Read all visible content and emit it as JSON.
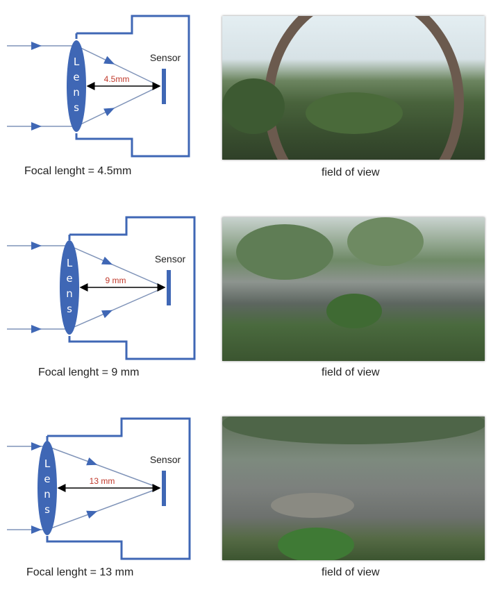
{
  "colors": {
    "diagram_blue": "#3f67b5",
    "ray": "#7f93b8",
    "label_red": "#c0392b"
  },
  "panels": [
    {
      "lens_letters": [
        "L",
        "e",
        "n",
        "s"
      ],
      "sensor_label": "Sensor",
      "distance_label": "4.5mm",
      "caption": "Focal lenght = 4.5mm",
      "photo_caption": "field of view"
    },
    {
      "lens_letters": [
        "L",
        "e",
        "n",
        "s"
      ],
      "sensor_label": "Sensor",
      "distance_label": "9 mm",
      "caption": "Focal lenght = 9 mm",
      "photo_caption": "field of view"
    },
    {
      "lens_letters": [
        "L",
        "e",
        "n",
        "s"
      ],
      "sensor_label": "Sensor",
      "distance_label": "13 mm",
      "caption": "Focal lenght = 13 mm",
      "photo_caption": "field of view"
    }
  ]
}
